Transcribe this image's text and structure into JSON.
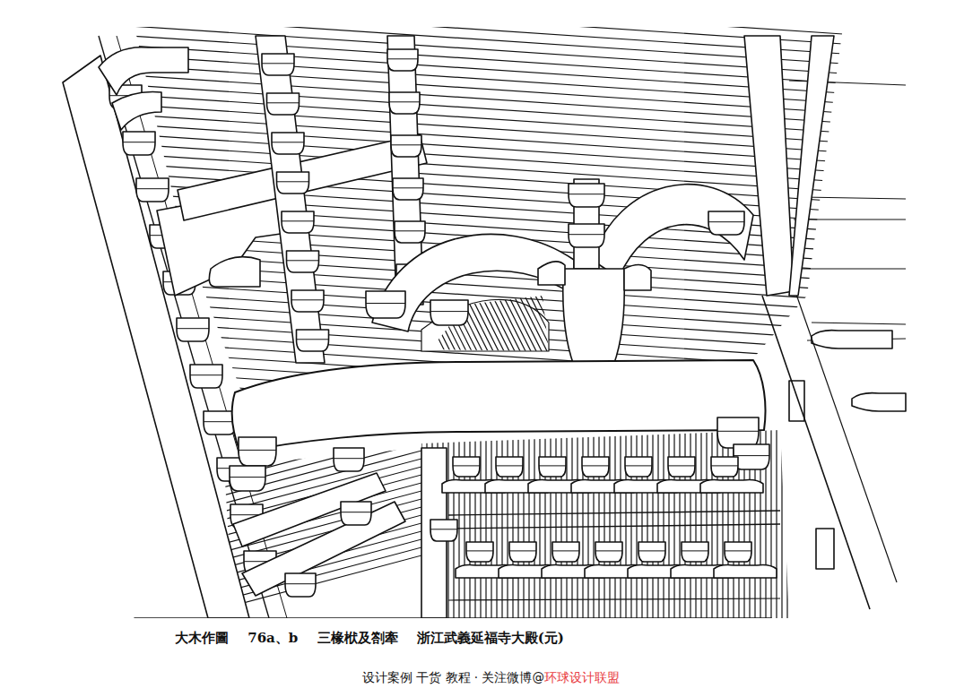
{
  "diagram": {
    "caption": "大木作圖 76a、b 三椽栿及劄牽 浙江武義延福寺大殿(元)",
    "labels": [
      "设计案例 干货 教程 · 关注微博@",
      "环球设计联盟"
    ]
  }
}
